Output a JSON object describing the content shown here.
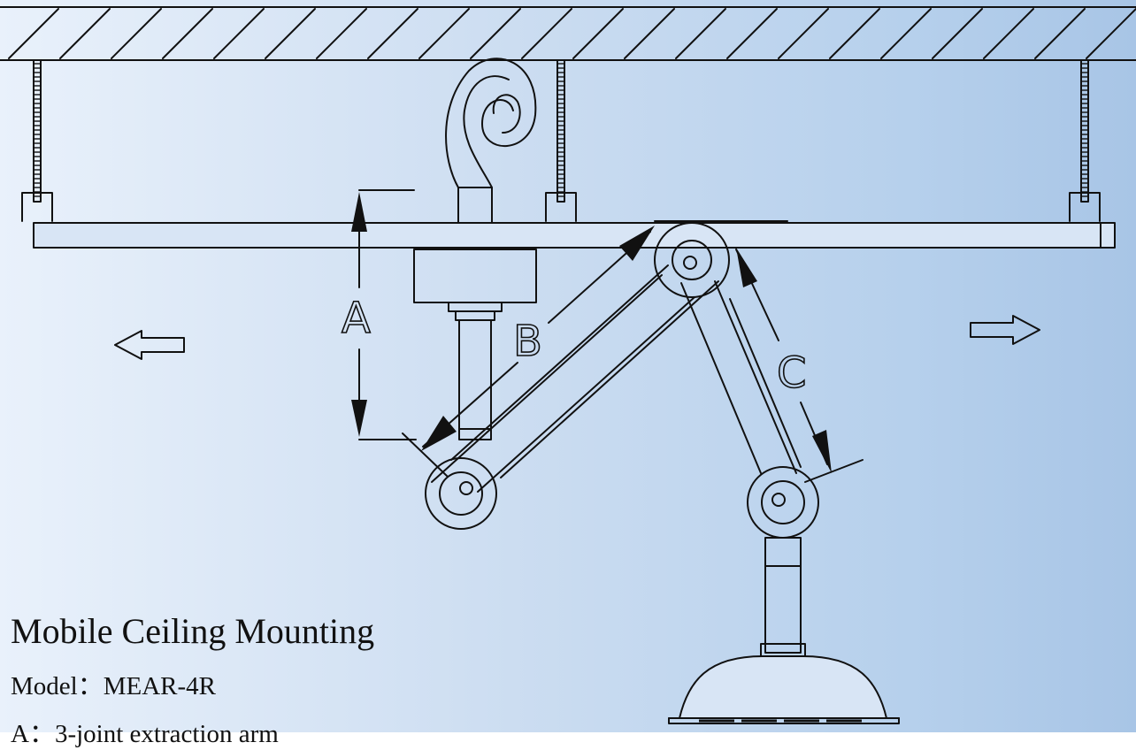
{
  "diagram": {
    "labels": {
      "a": "A",
      "b": "B",
      "c": "C"
    },
    "icons": {
      "left": "arrow-left-icon",
      "right": "arrow-right-icon"
    }
  },
  "caption": {
    "title": "Mobile Ceiling Mounting",
    "model": "Model：MEAR-4R",
    "note": "A：3-joint extraction arm"
  }
}
